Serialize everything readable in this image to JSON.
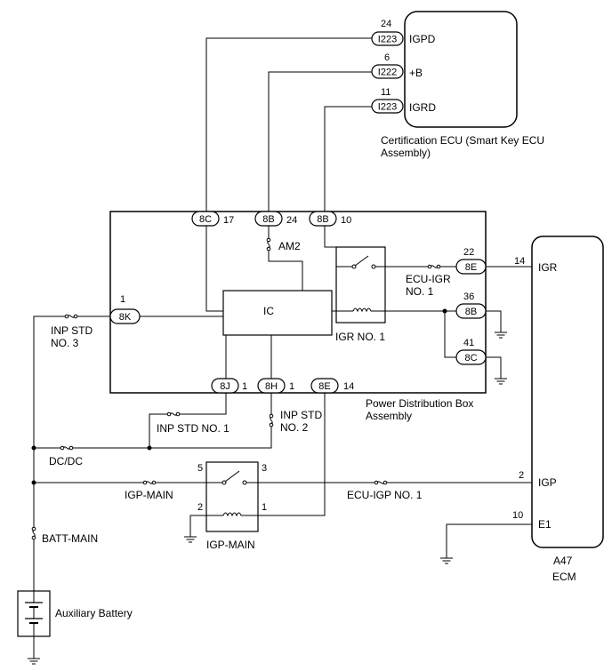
{
  "components": {
    "cert_ecu": {
      "name_line1": "Certification ECU (Smart Key ECU",
      "name_line2": "Assembly)"
    },
    "pdb": {
      "name_line1": "Power Distribution Box",
      "name_line2": "Assembly"
    },
    "ecm": {
      "code": "A47",
      "name": "ECM"
    },
    "ic": {
      "label": "IC"
    },
    "igr_relay": {
      "label": "IGR NO. 1"
    },
    "igp_relay": {
      "label": "IGP-MAIN"
    },
    "battery": {
      "label": "Auxiliary Battery"
    }
  },
  "cert_pins": [
    {
      "num": "24",
      "conn": "I223",
      "name": "IGPD"
    },
    {
      "num": "6",
      "conn": "I222",
      "name": "+B"
    },
    {
      "num": "11",
      "conn": "I223",
      "name": "IGRD"
    }
  ],
  "pdb_pins": {
    "p8c17": {
      "conn": "8C",
      "num": "17"
    },
    "p8b24": {
      "conn": "8B",
      "num": "24"
    },
    "p8b10": {
      "conn": "8B",
      "num": "10"
    },
    "p8k1": {
      "conn": "8K",
      "num": "1"
    },
    "p8e22": {
      "conn": "8E",
      "num": "22"
    },
    "p8b36": {
      "conn": "8B",
      "num": "36"
    },
    "p8c41": {
      "conn": "8C",
      "num": "41"
    },
    "p8j1": {
      "conn": "8J",
      "num": "1"
    },
    "p8h1": {
      "conn": "8H",
      "num": "1"
    },
    "p8e14": {
      "conn": "8E",
      "num": "14"
    }
  },
  "ecm_pins": [
    {
      "num": "14",
      "name": "IGR"
    },
    {
      "num": "2",
      "name": "IGP"
    },
    {
      "num": "10",
      "name": "E1"
    }
  ],
  "fuses": {
    "am2": "AM2",
    "ecu_igr_1": "ECU-IGR",
    "ecu_igr_2": "NO. 1",
    "inp_std3_1": "INP STD",
    "inp_std3_2": "NO. 3",
    "inp_std1": "INP STD NO. 1",
    "inp_std2_1": "INP STD",
    "inp_std2_2": "NO. 2",
    "dcdc": "DC/DC",
    "igp_main": "IGP-MAIN",
    "ecu_igp": "ECU-IGP NO. 1",
    "batt_main": "BATT-MAIN"
  },
  "relay_pins": {
    "p5": "5",
    "p3": "3",
    "p2": "2",
    "p1": "1"
  }
}
